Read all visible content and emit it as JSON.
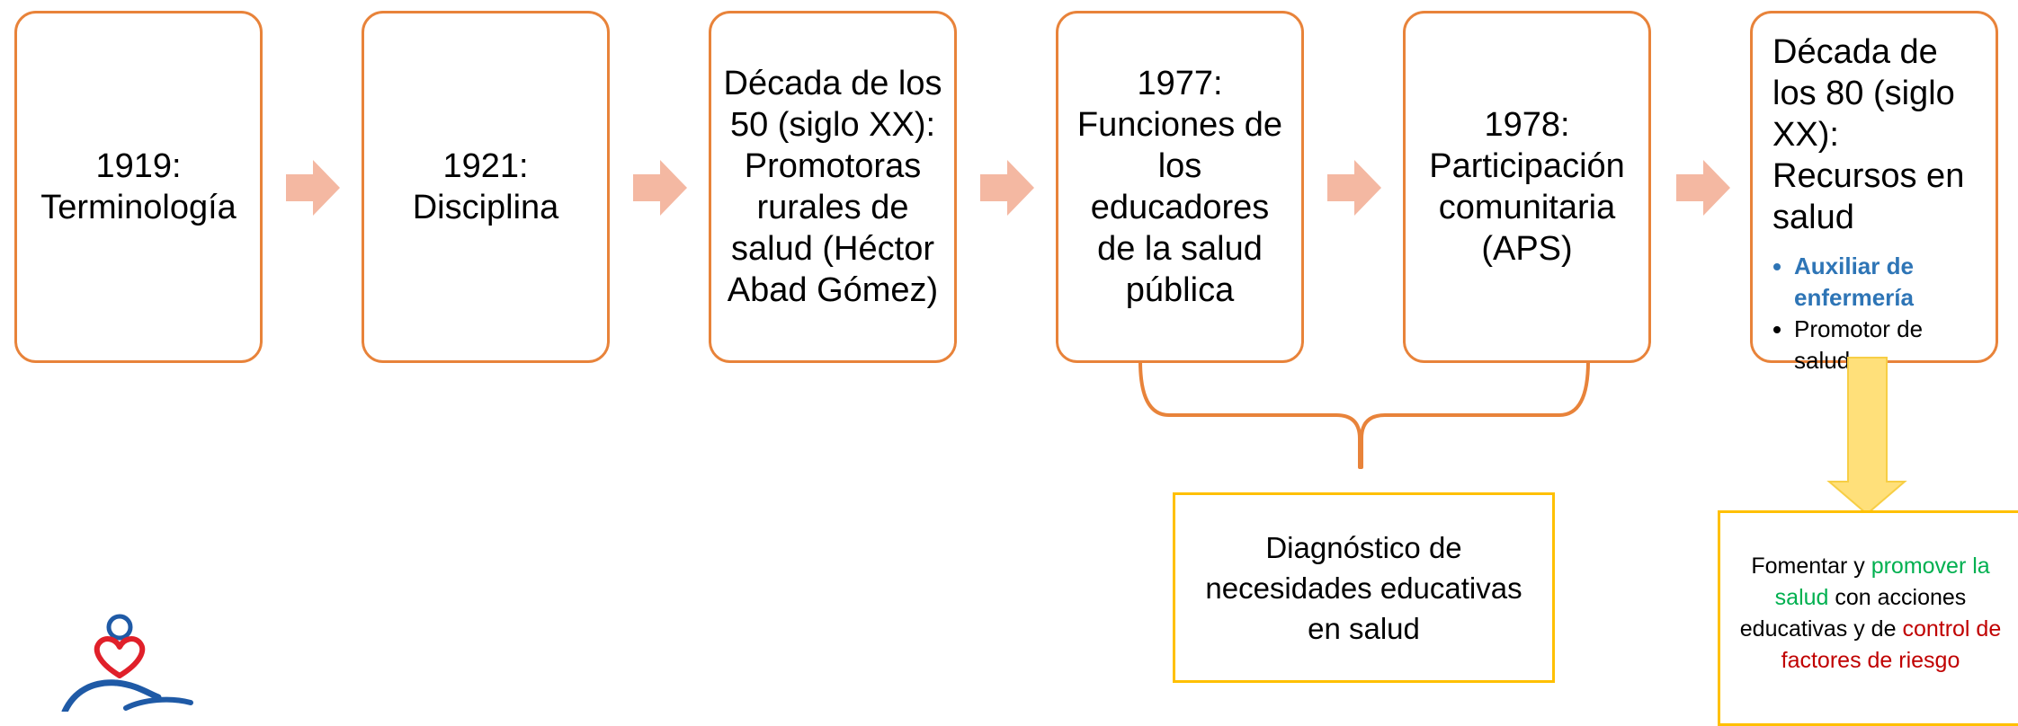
{
  "timeline": [
    {
      "label": "1919: Terminología"
    },
    {
      "label": "1921: Disciplina"
    },
    {
      "label": "Década de los 50 (siglo XX): Promotoras rurales de salud (Héctor Abad Gómez)"
    },
    {
      "label": "1977: Funciones de los educadores de la salud pública"
    },
    {
      "label": "1978: Participación comunitaria (APS)"
    },
    {
      "label": "Década de los 80 (siglo XX): Recursos en salud",
      "bullets": [
        "Auxiliar de enfermería",
        "Promotor de salud"
      ]
    }
  ],
  "callouts": {
    "diagnostico": "Diagnóstico de necesidades educativas en salud",
    "fomentar": {
      "part1": "Fomentar y ",
      "part2_green": "promover la salud",
      "part3": " con acciones educativas y de ",
      "part4_red": "control de factores de riesgo"
    }
  },
  "colors": {
    "box_border": "#E8833A",
    "arrow_fill": "#F4B8A2",
    "callout_border": "#FFC000",
    "down_arrow_fill": "#FFE07A",
    "highlight_blue": "#2E75B6",
    "green": "#00B050",
    "red": "#C00000",
    "logo_red": "#E0202A",
    "logo_blue": "#1F5AA6"
  },
  "icons": {
    "right_arrow": "right-arrow-icon",
    "down_arrow": "down-arrow-icon",
    "brace": "curly-brace-icon",
    "logo": "health-logo-icon"
  }
}
